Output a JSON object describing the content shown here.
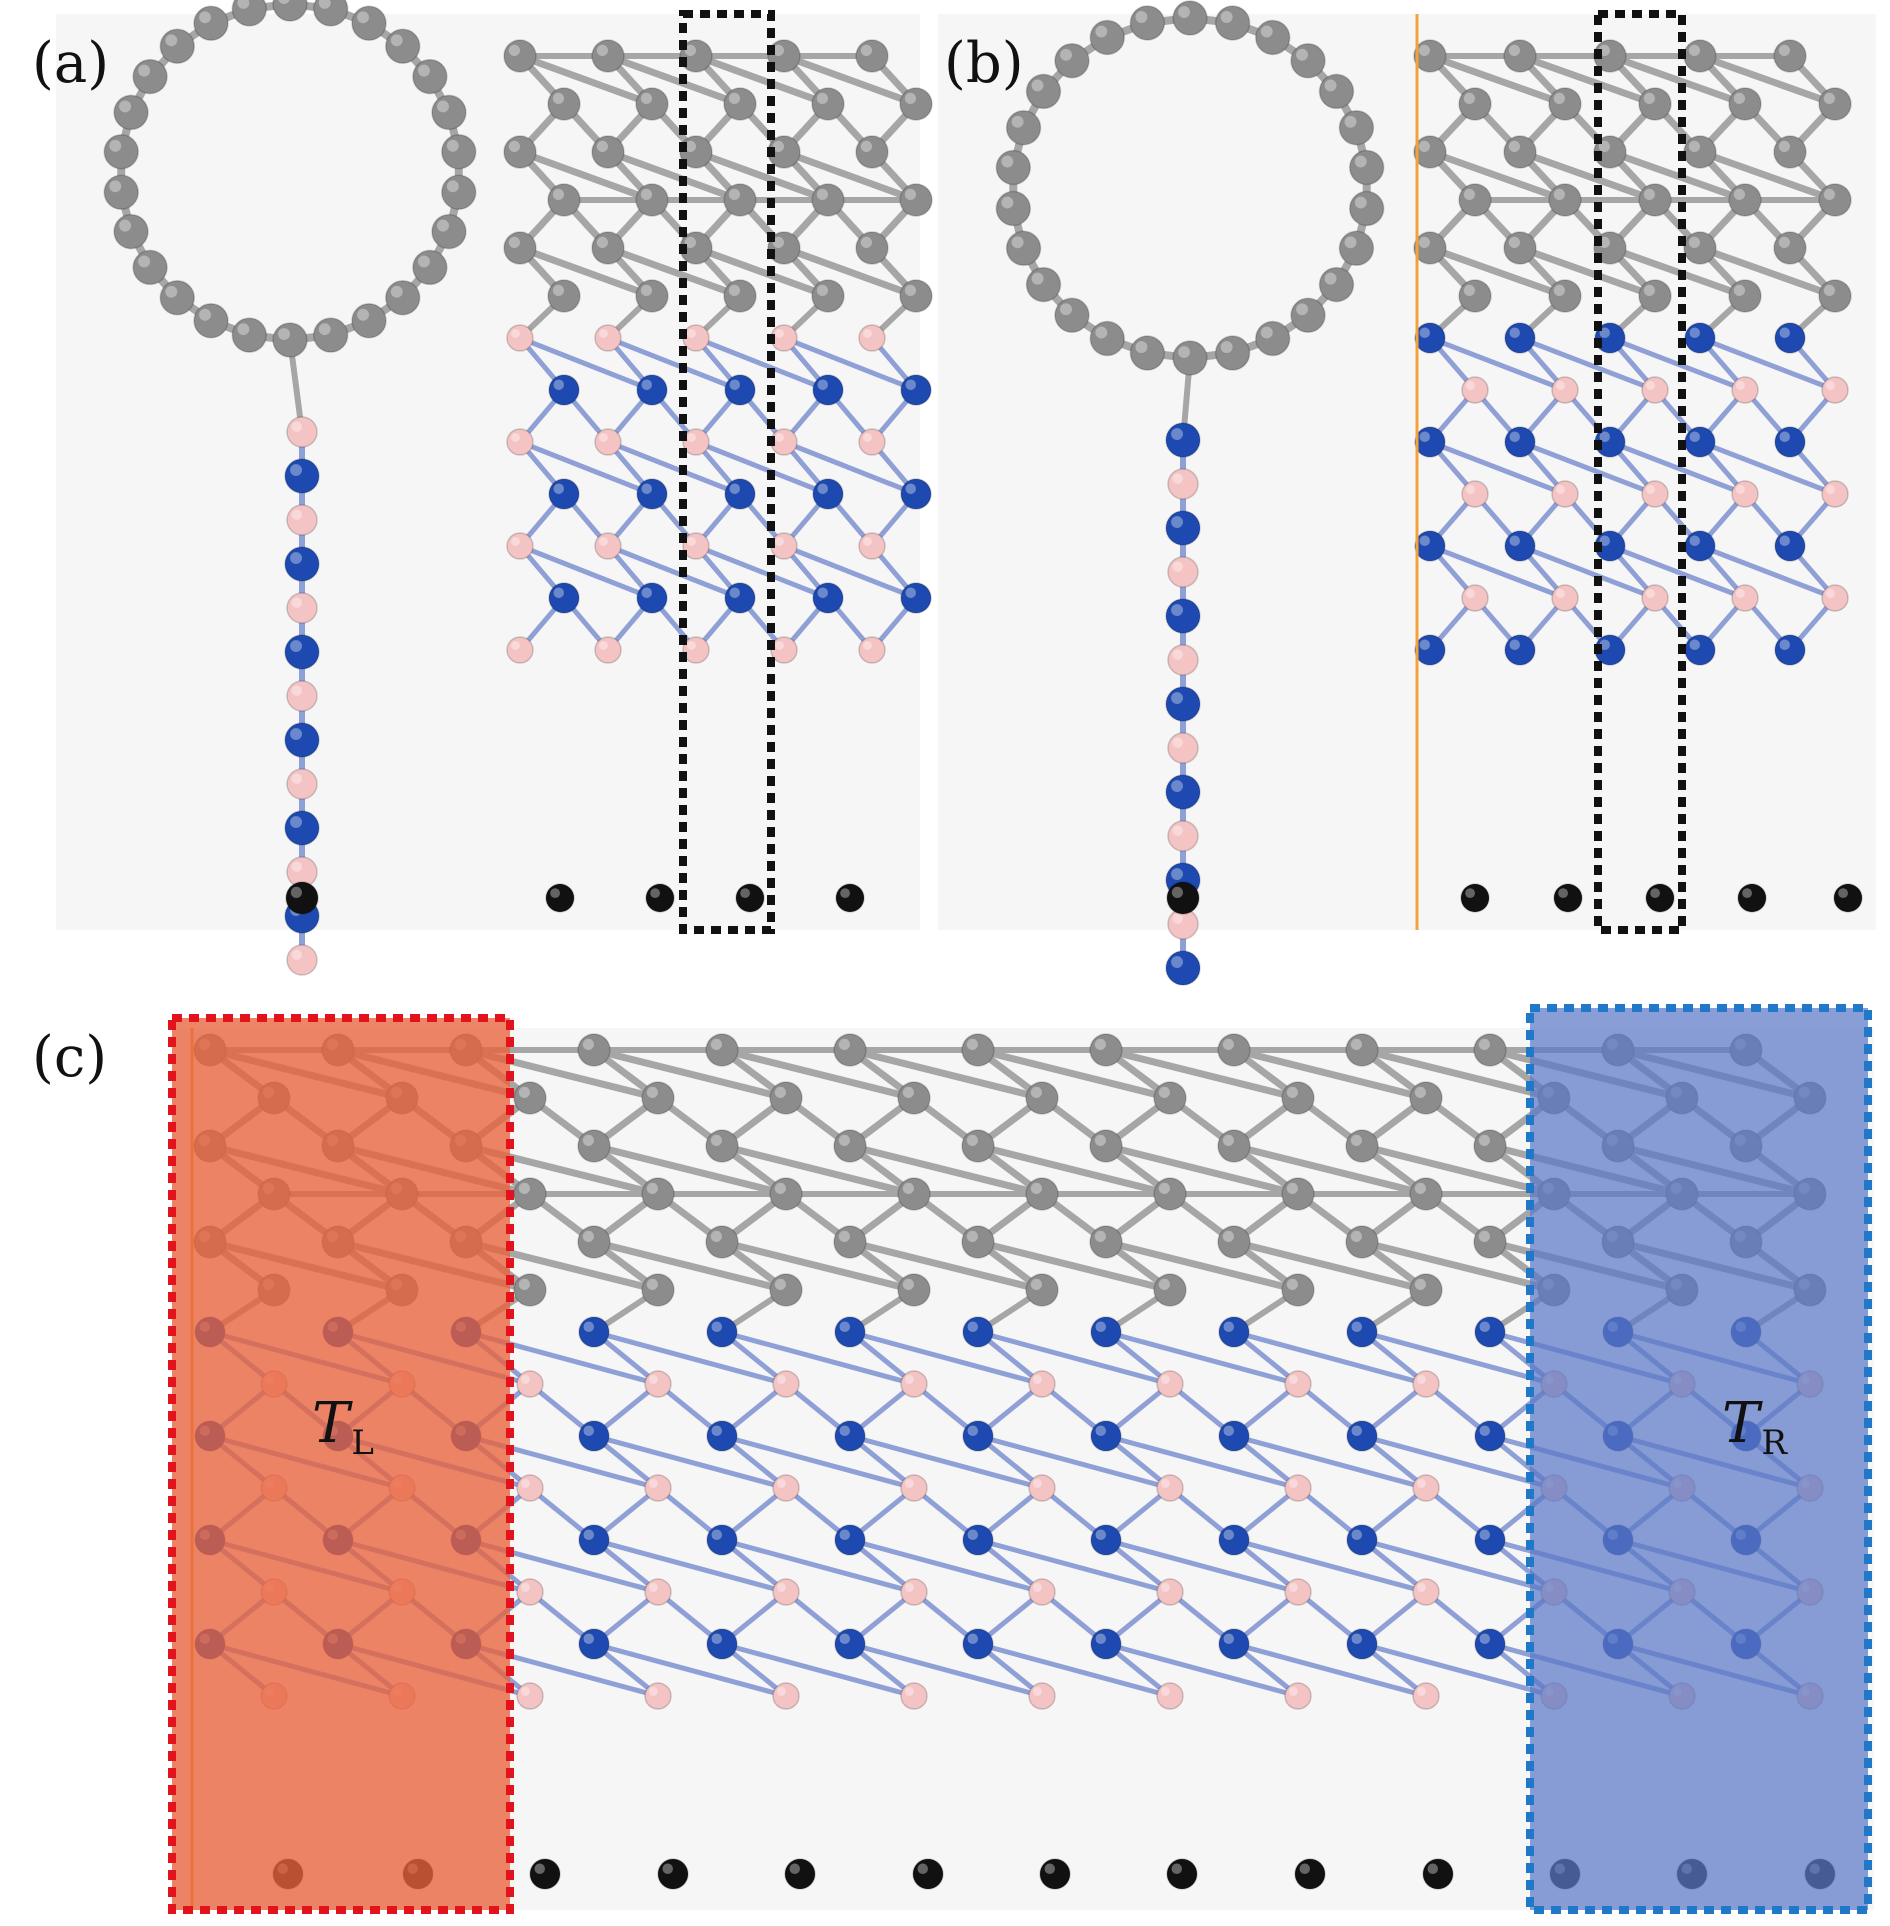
{
  "panels": {
    "a": {
      "label": "(a)"
    },
    "b": {
      "label": "(b)"
    },
    "c": {
      "label": "(c)"
    }
  },
  "regions": {
    "left": {
      "symbol": "T",
      "subscript": "L"
    },
    "right": {
      "symbol": "T",
      "subscript": "R"
    }
  },
  "colors": {
    "carbon": "#8c8c8c",
    "nitrogen": "#1d49b0",
    "boron": "#f4c3c3",
    "hydrogen": "#111111",
    "bond_gray": "#a6a6a6",
    "hot_region": "#e8633b",
    "cold_region": "#5b78c6",
    "hot_border": "#e3131d",
    "cold_border": "#1f78c8",
    "unit_cell_border": "#111111",
    "background": "#f6f6f6"
  }
}
